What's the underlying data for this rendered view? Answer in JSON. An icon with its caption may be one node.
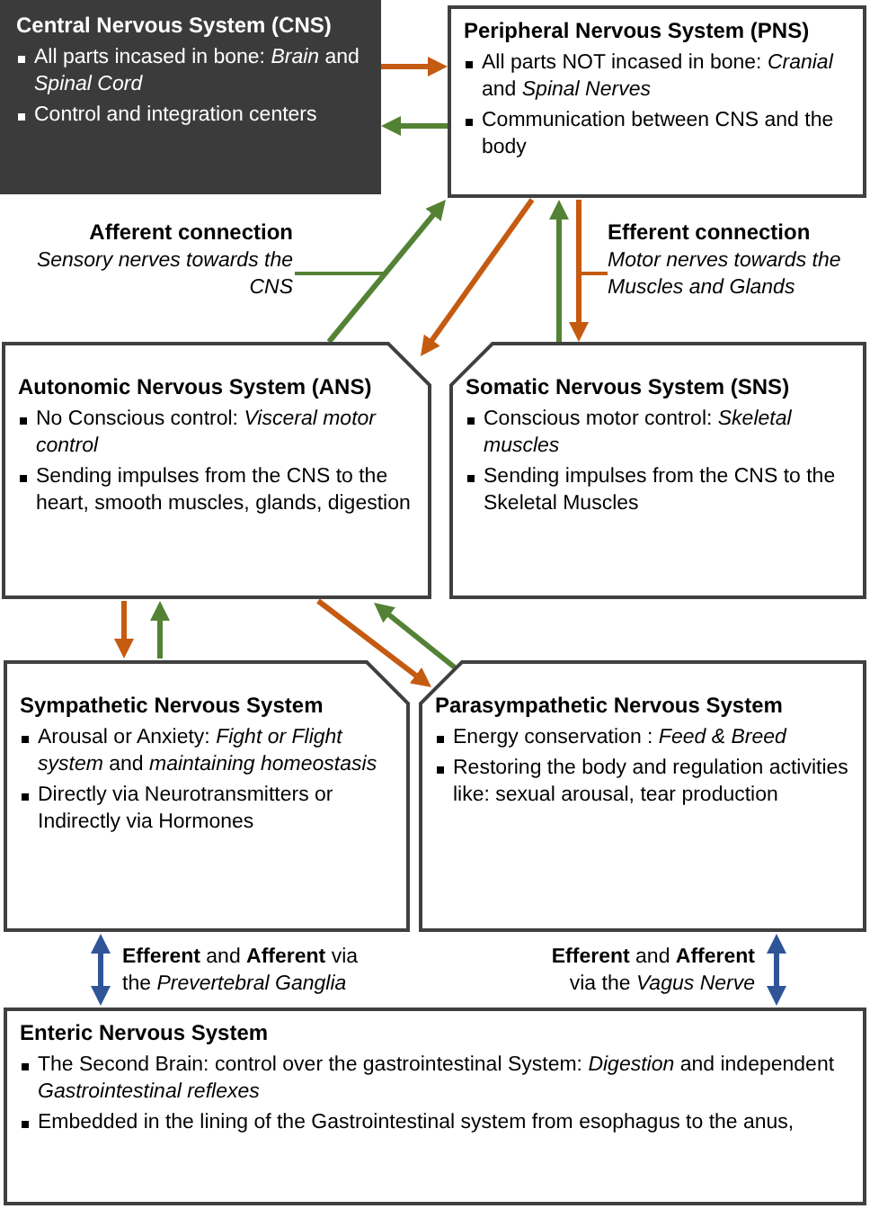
{
  "diagram": {
    "nodes": [
      {
        "text": [
          "Central Nervous System (CNS)",
          "All parts incased in bone: *Brain* and *Spinal Cord*",
          "Control and integration centers"
        ]
      },
      {
        "text": [
          "Peripheral Nervous System (PNS)",
          "All parts NOT incased in bone: *Cranial* and *Spinal Nerves*",
          "Communication between CNS and the body"
        ]
      },
      {
        "text": [
          "Afferent connection",
          "Sensory nerves towards the CNS"
        ]
      },
      {
        "text": [
          "Efferent connection",
          "Motor nerves towards the Muscles and Glands"
        ]
      },
      {
        "text": [
          "Autonomic Nervous System (ANS)",
          "No Conscious control: *Visceral motor control*",
          "Sending impulses from the CNS to the heart, smooth muscles, glands, digestion"
        ]
      },
      {
        "text": [
          "Somatic Nervous System (SNS)",
          "Conscious motor control: *Skeletal muscles*",
          "Sending impulses from the CNS to the Skeletal Muscles"
        ]
      },
      {
        "text": [
          "Sympathetic Nervous System",
          "Arousal or Anxiety: *Fight or Flight system* and *maintaining homeostasis*",
          "Directly via Neurotransmitters or Indirectly via Hormones"
        ]
      },
      {
        "text": [
          "Parasympathetic Nervous System",
          "Energy conservation : *Feed & Breed*",
          "Restoring the body and regulation activities like: sexual arousal, tear production"
        ]
      },
      {
        "text": [
          "Enteric Nervous System",
          "The Second Brain: control over the gastrointestinal System: *Digestion* and independent *Gastrointestinal reflexes*",
          "Embedded in the lining of the Gastrointestinal system from esophagus to the anus,"
        ]
      }
    ],
    "edges": [
      {
        "from": 0,
        "to": 1,
        "arrow": "to",
        "color": "#c55a11"
      },
      {
        "from": 1,
        "to": 0,
        "arrow": "to",
        "color": "#548235"
      },
      {
        "from": 4,
        "to": 1,
        "arrow": "to",
        "color": "#548235"
      },
      {
        "from": 1,
        "to": 4,
        "arrow": "to",
        "color": "#c55a11"
      },
      {
        "from": 5,
        "to": 1,
        "arrow": "to",
        "color": "#548235"
      },
      {
        "from": 1,
        "to": 5,
        "arrow": "to",
        "color": "#c55a11"
      },
      {
        "from": 4,
        "to": 6,
        "arrow": "to",
        "color": "#c55a11"
      },
      {
        "from": 6,
        "to": 4,
        "arrow": "to",
        "color": "#548235"
      },
      {
        "from": 4,
        "to": 7,
        "arrow": "to",
        "color": "#c55a11"
      },
      {
        "from": 7,
        "to": 4,
        "arrow": "to",
        "color": "#548235"
      },
      {
        "from": 6,
        "to": 8,
        "arrow": "both",
        "color": "#2f5597",
        "label": "**Efferent** and **Afferent** via the *Prevertebral Ganglia*"
      },
      {
        "from": 7,
        "to": 8,
        "arrow": "both",
        "color": "#2f5597",
        "label": "**Efferent** and **Afferent** via the *Vagus Nerve*"
      },
      {
        "from": 2,
        "to": null,
        "arrow": "none",
        "color": "#548235"
      },
      {
        "from": 3,
        "to": null,
        "arrow": "none",
        "color": "#c55a11"
      }
    ]
  }
}
